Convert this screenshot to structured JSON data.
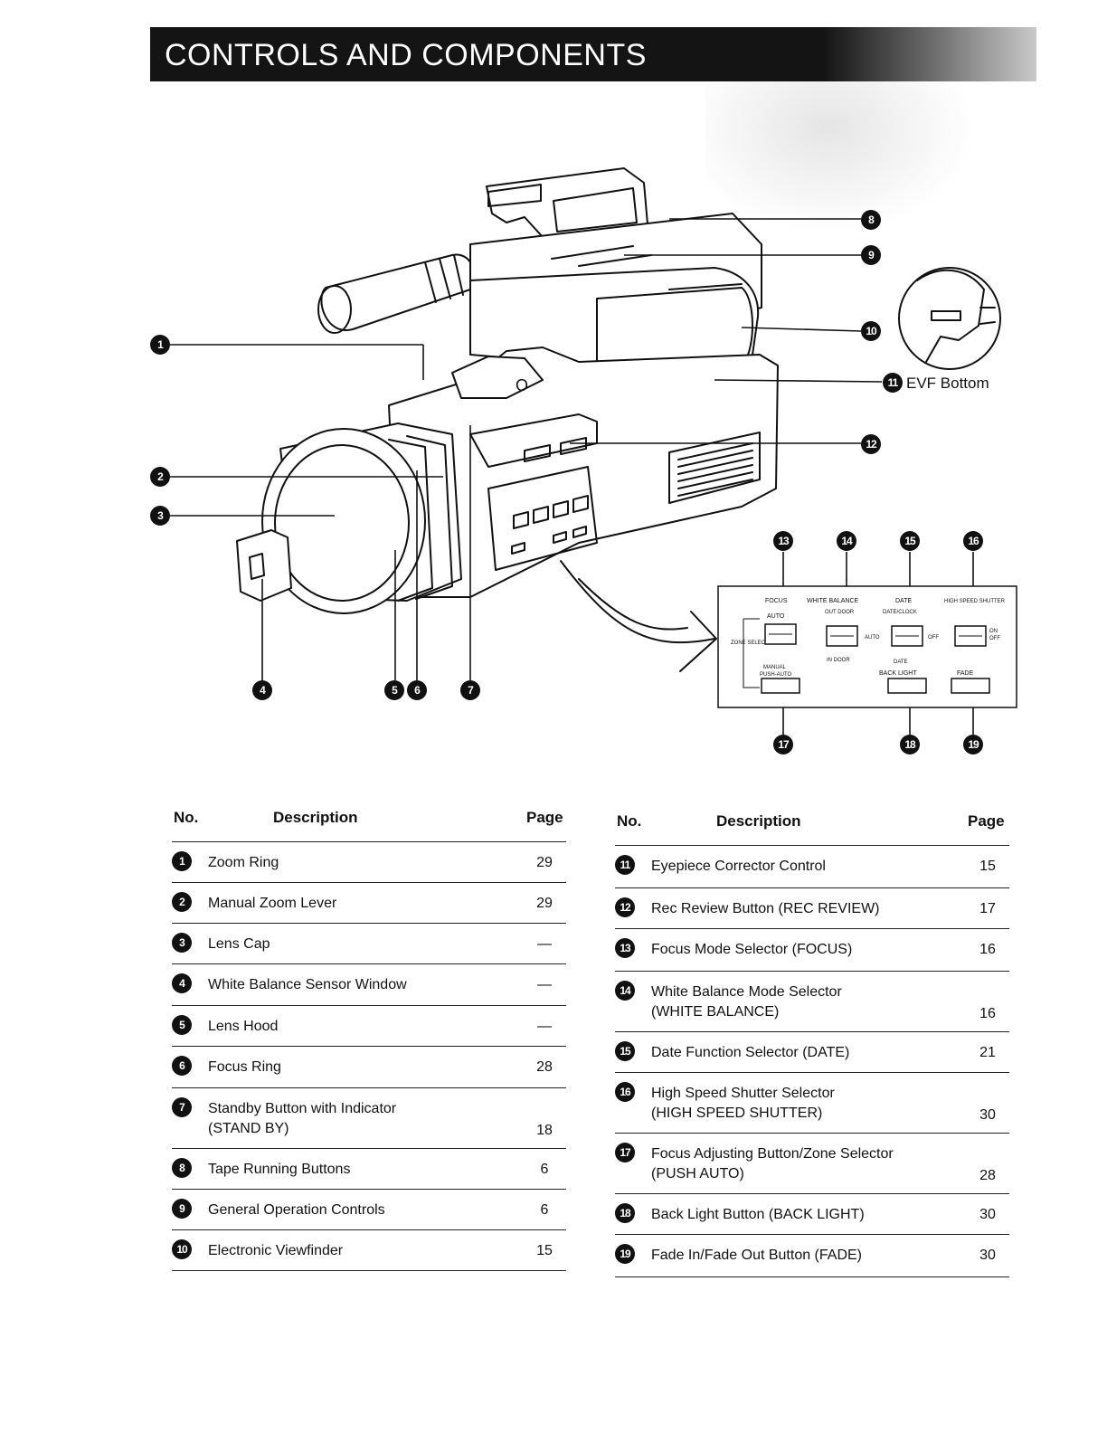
{
  "header": {
    "title": "CONTROLS AND COMPONENTS"
  },
  "callouts": [
    {
      "num": "1"
    },
    {
      "num": "2"
    },
    {
      "num": "3"
    },
    {
      "num": "4"
    },
    {
      "num": "5"
    },
    {
      "num": "6"
    },
    {
      "num": "7"
    },
    {
      "num": "8"
    },
    {
      "num": "9"
    },
    {
      "num": "10"
    },
    {
      "num": "11"
    },
    {
      "num": "12"
    },
    {
      "num": "13"
    },
    {
      "num": "14"
    },
    {
      "num": "15"
    },
    {
      "num": "16"
    },
    {
      "num": "17"
    },
    {
      "num": "18"
    },
    {
      "num": "19"
    }
  ],
  "evf_label": "EVF Bottom",
  "panel": {
    "focus": "FOCUS",
    "white_balance": "WHITE BALANCE",
    "date": "DATE",
    "high_speed_shutter": "HIGH SPEED SHUTTER",
    "auto": "AUTO",
    "zone_select": "ZONE SELECT",
    "manual": "MANUAL",
    "push_auto": "PUSH-AUTO",
    "out_door": "OUT DOOR",
    "in_door": "IN DOOR",
    "wb_auto": "AUTO",
    "date_clock": "DATE/CLOCK",
    "date_off": "OFF",
    "date_date": "DATE",
    "on": "ON",
    "off": "OFF",
    "back_light": "BACK LIGHT",
    "fade": "FADE"
  },
  "table_left": {
    "headers": {
      "no": "No.",
      "description": "Description",
      "page": "Page"
    },
    "rows": [
      {
        "num": "1",
        "description": [
          "Zoom Ring"
        ],
        "page": "29"
      },
      {
        "num": "2",
        "description": [
          "Manual Zoom Lever"
        ],
        "page": "29"
      },
      {
        "num": "3",
        "description": [
          "Lens Cap"
        ],
        "page": "—"
      },
      {
        "num": "4",
        "description": [
          "White Balance Sensor Window"
        ],
        "page": "—"
      },
      {
        "num": "5",
        "description": [
          "Lens Hood"
        ],
        "page": "—"
      },
      {
        "num": "6",
        "description": [
          "Focus Ring"
        ],
        "page": "28"
      },
      {
        "num": "7",
        "description": [
          "Standby Button with Indicator",
          "(STAND BY)"
        ],
        "page": "18"
      },
      {
        "num": "8",
        "description": [
          "Tape Running Buttons"
        ],
        "page": "6"
      },
      {
        "num": "9",
        "description": [
          "General Operation Controls"
        ],
        "page": "6"
      },
      {
        "num": "10",
        "description": [
          "Electronic Viewfinder"
        ],
        "page": "15"
      }
    ]
  },
  "table_right": {
    "headers": {
      "no": "No.",
      "description": "Description",
      "page": "Page"
    },
    "rows": [
      {
        "num": "11",
        "description": [
          "Eyepiece Corrector Control"
        ],
        "page": "15"
      },
      {
        "num": "12",
        "description": [
          "Rec Review Button (REC REVIEW)"
        ],
        "page": "17"
      },
      {
        "num": "13",
        "description": [
          "Focus Mode Selector (FOCUS)"
        ],
        "page": "16"
      },
      {
        "num": "14",
        "description": [
          "White Balance Mode Selector",
          "(WHITE BALANCE)"
        ],
        "page": "16"
      },
      {
        "num": "15",
        "description": [
          "Date Function Selector (DATE)"
        ],
        "page": "21"
      },
      {
        "num": "16",
        "description": [
          "High Speed Shutter Selector",
          "(HIGH SPEED SHUTTER)"
        ],
        "page": "30"
      },
      {
        "num": "17",
        "description": [
          "Focus Adjusting Button/Zone Selector",
          "(PUSH AUTO)"
        ],
        "page": "28"
      },
      {
        "num": "18",
        "description": [
          "Back Light Button (BACK LIGHT)"
        ],
        "page": "30"
      },
      {
        "num": "19",
        "description": [
          "Fade In/Fade Out Button (FADE)"
        ],
        "page": "30"
      }
    ]
  }
}
